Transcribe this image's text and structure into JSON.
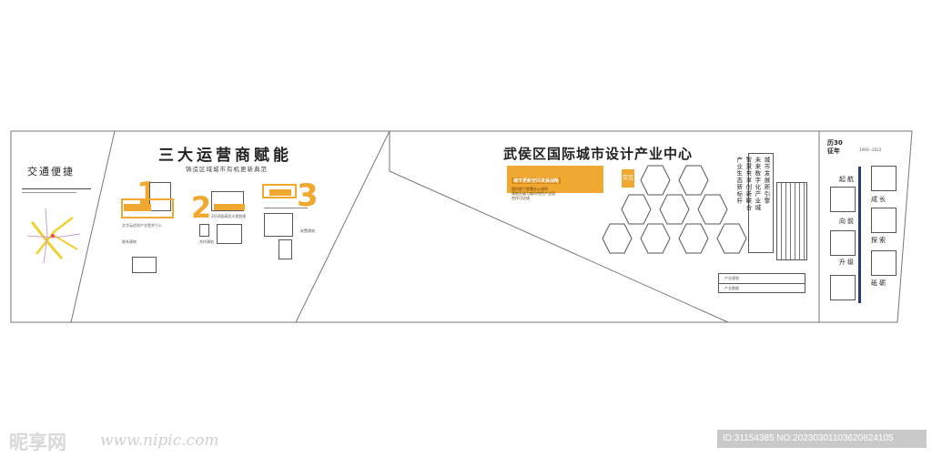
{
  "colors": {
    "accent": "#f0a830",
    "line": "#555555",
    "timeline": "#2a3a7a"
  },
  "panel1": {
    "title": "交通便捷"
  },
  "panel2": {
    "title": "三大运营商赋能",
    "subtitle": "铸造区域城市有机更新典范",
    "numbers": [
      "1",
      "2",
      "3"
    ],
    "card1_small": "文华云优质产业是并引入",
    "card1_label": "联系建筑",
    "card2_small": "2016版高质大规划规",
    "card2_label": "合作建筑",
    "card3_label": "安置建筑"
  },
  "panel3": {
    "title": "武侯区国际城市设计产业中心",
    "banner_heading": "城市更新空间发展战略",
    "banner_lines": [
      "国内首个智慧办公场所",
      "建筑升级为城市特色产业园",
      "合作可达成"
    ],
    "tag": "交互",
    "vertical_text": [
      "城市发展新引擎",
      "未来数字化产业城",
      "智慧共享创新联合",
      "产业生态新标杆"
    ],
    "table_rows": [
      "产业规划",
      "产业数据"
    ]
  },
  "panel4": {
    "heading": "历30",
    "subheading": "征年",
    "years": "1993—2022",
    "steps": [
      "起航",
      "成长",
      "向前",
      "探索",
      "升级",
      "砥砺"
    ]
  },
  "watermark": {
    "site": "昵享网",
    "url": "www.nipic.com",
    "id": "ID:31154385 NO:20230301103620824105"
  }
}
